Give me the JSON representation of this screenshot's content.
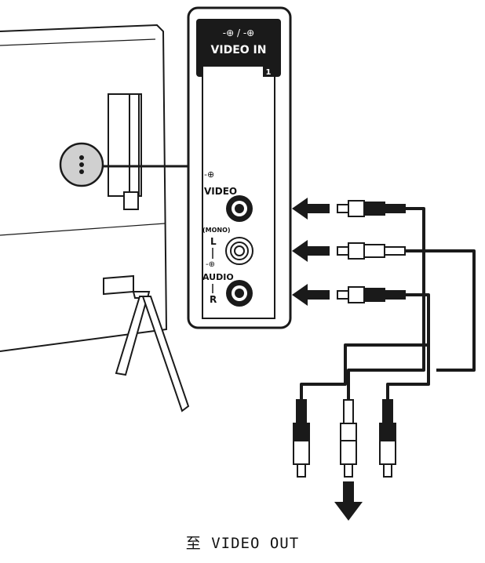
{
  "panel": {
    "input_symbols": "-⊕ / -⊕",
    "title": "VIDEO IN",
    "port_number": "1"
  },
  "jacks": {
    "video_label": "VIDEO",
    "mono_label": "(MONO)",
    "left_label": "L",
    "audio_label": "AUDIO",
    "right_label": "R"
  },
  "caption": "至 VIDEO OUT",
  "colors": {
    "outline": "#1a1a1a",
    "panel_header": "#1a1a1a",
    "panel_fill": "#ffffff",
    "arrow": "#1a1a1a"
  },
  "icons": [
    "input-icon",
    "arrow-left-icon",
    "arrow-down-icon",
    "rca-plug-icon"
  ]
}
